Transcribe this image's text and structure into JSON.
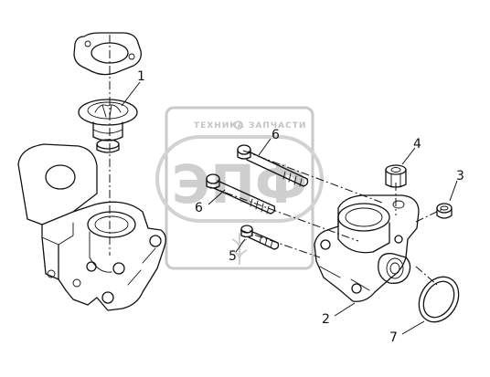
{
  "watermark": {
    "text_left": "ТЕХНИКА",
    "text_right": "ЗАПЧАСТИ",
    "logo": "ЭПФ"
  },
  "callouts": [
    {
      "id": "1",
      "label": "1"
    },
    {
      "id": "2",
      "label": "2"
    },
    {
      "id": "3",
      "label": "3"
    },
    {
      "id": "4",
      "label": "4"
    },
    {
      "id": "5",
      "label": "5"
    },
    {
      "id": "6a",
      "label": "6"
    },
    {
      "id": "6b",
      "label": "6"
    },
    {
      "id": "7",
      "label": "7"
    }
  ]
}
